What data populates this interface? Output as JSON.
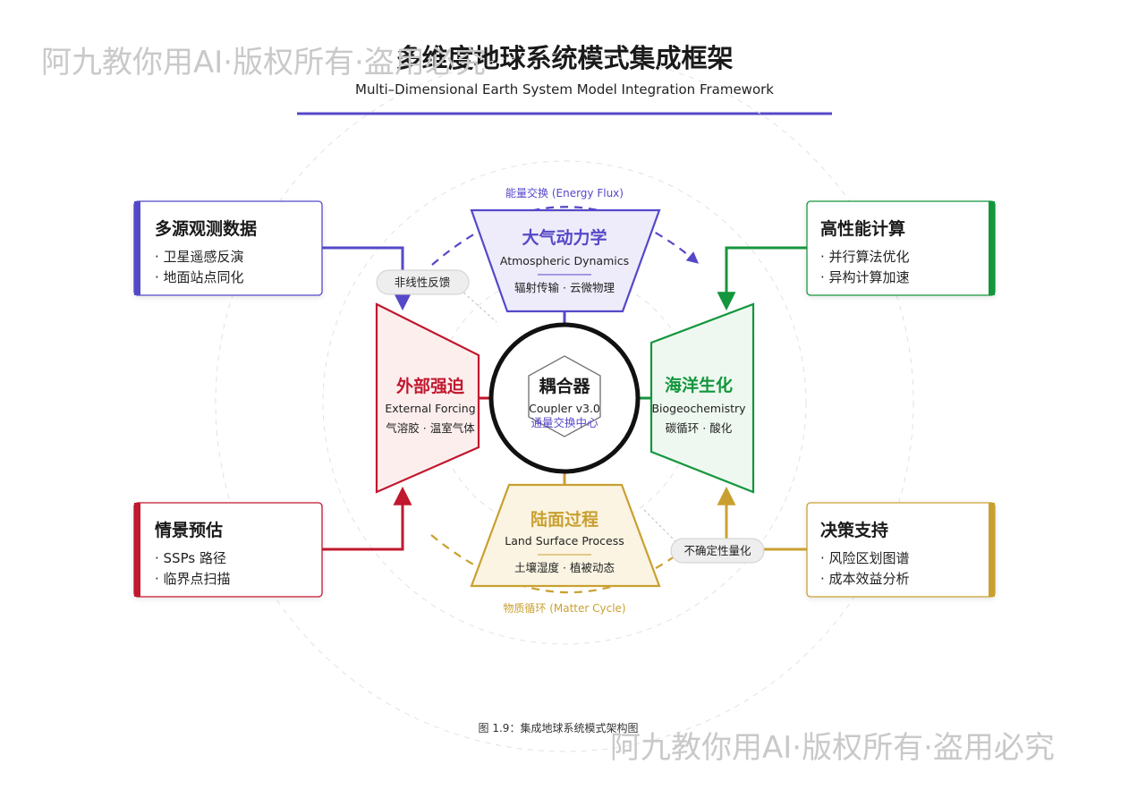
{
  "header": {
    "title": "多维度地球系统模式集成框架",
    "subtitle": "Multi–Dimensional Earth System Model Integration Framework"
  },
  "watermark": {
    "top": "阿九教你用AI·版权所有·盗用必究",
    "bottom": "阿九教你用AI·版权所有·盗用必究"
  },
  "caption": "图 1.9：集成地球系统模式架构图",
  "center": {
    "title": "耦合器",
    "version": "Coupler v3.0",
    "subtitle": "通量交换中心"
  },
  "modules": {
    "atmosphere": {
      "title": "大气动力学",
      "subtitle": "Atmospheric Dynamics",
      "detail": "辐射传输 · 云微物理",
      "color": "#5548c8"
    },
    "ocean": {
      "title": "海洋生化",
      "subtitle": "Biogeochemistry",
      "detail": "碳循环 · 酸化",
      "color": "#14963c"
    },
    "land": {
      "title": "陆面过程",
      "subtitle": "Land Surface Process",
      "detail": "土壤湿度 · 植被动态",
      "color": "#c9a030"
    },
    "forcing": {
      "title": "外部强迫",
      "subtitle": "External Forcing",
      "detail": "气溶胶 · 温室气体",
      "color": "#c0182e"
    }
  },
  "flows": {
    "energy": "能量交换 (Energy Flux)",
    "matter": "物质循环 (Matter Cycle)",
    "nonlinear": "非线性反馈",
    "uncertainty": "不确定性量化"
  },
  "panels": {
    "observation": {
      "title": "多源观测数据",
      "items": [
        "· 卫星遥感反演",
        "· 地面站点同化"
      ],
      "color": "#5548c8"
    },
    "hpc": {
      "title": "高性能计算",
      "items": [
        "· 并行算法优化",
        "· 异构计算加速"
      ],
      "color": "#14963c"
    },
    "scenario": {
      "title": "情景预估",
      "items": [
        "· SSPs 路径",
        "· 临界点扫描"
      ],
      "color": "#c0182e"
    },
    "decision": {
      "title": "决策支持",
      "items": [
        "· 风险区划图谱",
        "· 成本效益分析"
      ],
      "color": "#c9a030"
    }
  }
}
